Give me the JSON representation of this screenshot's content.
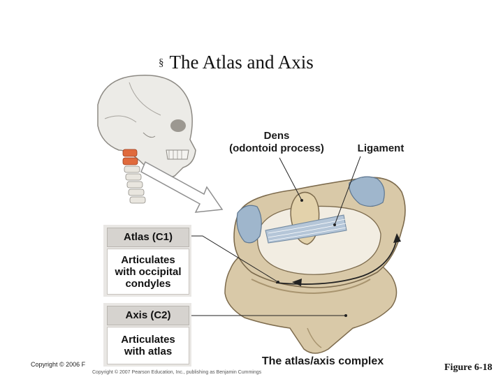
{
  "slide": {
    "bullet": "§",
    "title": "The Atlas and Axis",
    "figure_label": "Figure 6-18",
    "copyright_left": "Copyright © 2006 F",
    "copyright_bottom": "Copyright © 2007 Pearson Education, Inc., publishing as Benjamin Cummings"
  },
  "labels": {
    "dens_line1": "Dens",
    "dens_line2": "(odontoid process)",
    "ligament": "Ligament",
    "complex": "The atlas/axis complex"
  },
  "boxes": {
    "atlas": {
      "heading": "Atlas (C1)",
      "body": "Articulates\nwith occipital\ncondyles"
    },
    "axis": {
      "heading": "Axis (C2)",
      "body": "Articulates\nwith atlas"
    }
  },
  "colors": {
    "bone": "#d9c9a8",
    "bone_shadow": "#a8946f",
    "cartilage": "#9fb6cc",
    "highlight_vertebra": "#e06a3c",
    "box_header": "#d6d3cf"
  }
}
